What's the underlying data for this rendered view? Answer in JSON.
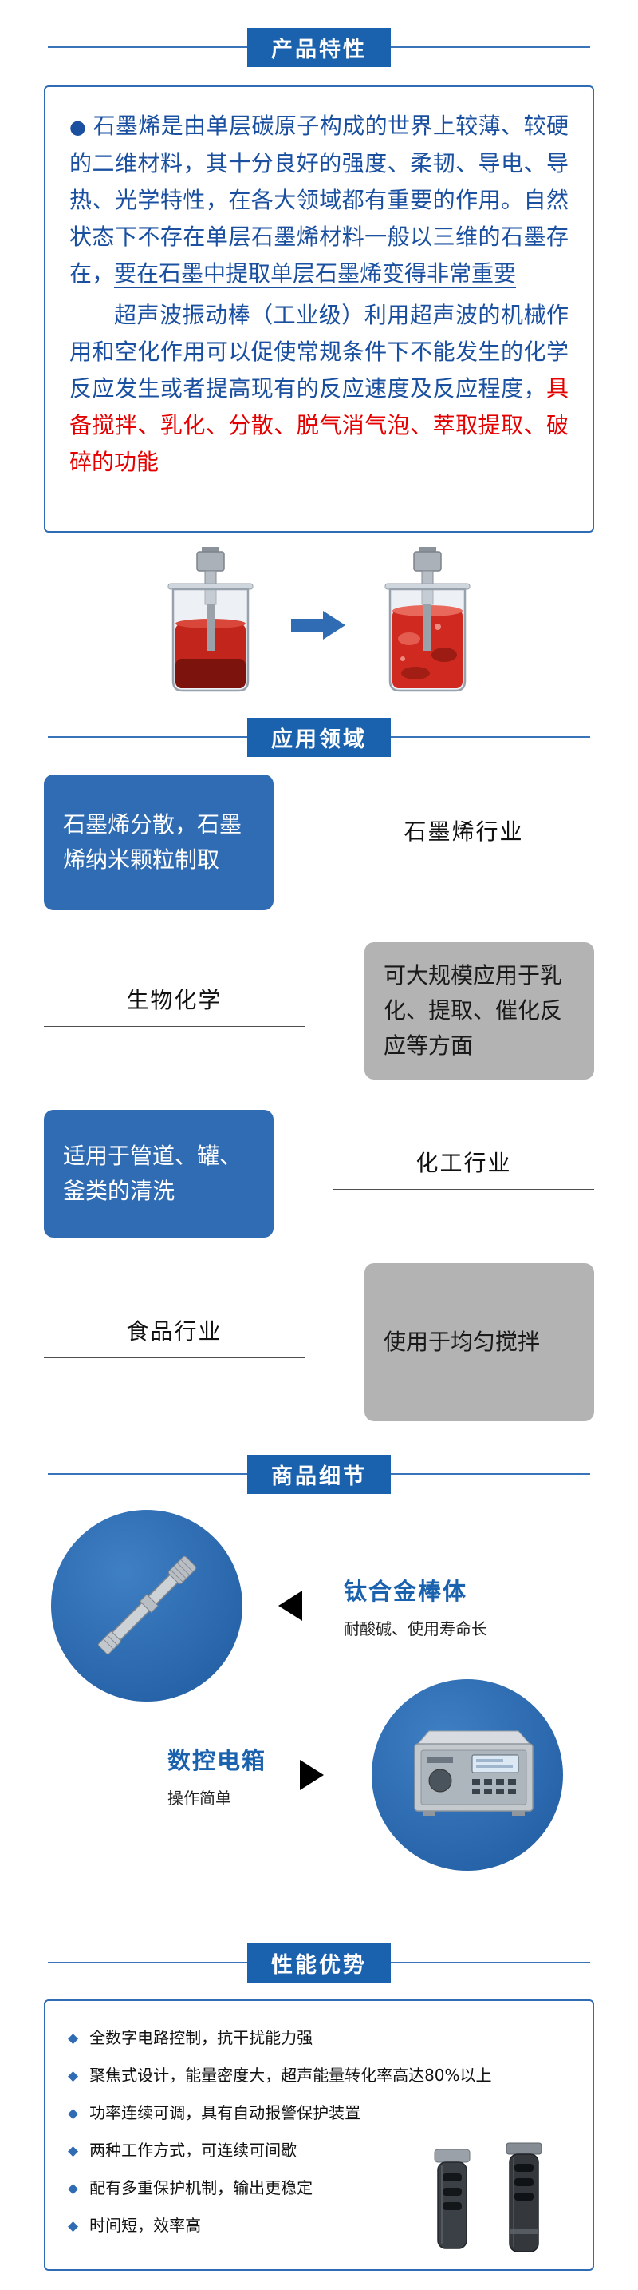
{
  "colors": {
    "accent_blue": "#1b62ae",
    "panel_blue": "#2f6cb3",
    "panel_gray": "#b3b3b3",
    "body_text_blue": "#1b50a0",
    "highlight_red": "#e50000"
  },
  "sections": {
    "features": {
      "title": "产品特性",
      "para1_lead": "石墨烯是由单层碳原子构成的世界上较薄、较硬的二维材料，其十分良好的强度、柔韧、导电、导热、光学特性，在各大领域都有重要的作用。自然状态下不存在单层石墨烯材料一般以三维的石墨存在，",
      "para1_underline": "要在石墨中提取单层石墨烯变得非常重要",
      "para2_lead": "超声波振动棒（工业级）利用超声波的机械作用和空化作用可以促使常规条件下不能发生的化学反应发生或者提高现有的反应速度及反应程度，",
      "para2_red": "具备搅拌、乳化、分散、脱气消气泡、萃取提取、破碎的功能"
    },
    "applications": {
      "title": "应用领域",
      "rows": [
        {
          "panel_text": "石墨烯分散，石墨烯纳米颗粒制取",
          "label": "石墨烯行业",
          "panel_side": "left",
          "panel_color": "blue"
        },
        {
          "panel_text": "可大规模应用于乳化、提取、催化反应等方面",
          "label": "生物化学",
          "panel_side": "right",
          "panel_color": "gray"
        },
        {
          "panel_text": "适用于管道、罐、釜类的清洗",
          "label": "化工行业",
          "panel_side": "left",
          "panel_color": "blue"
        },
        {
          "panel_text": "使用于均匀搅拌",
          "label": "食品行业",
          "panel_side": "right",
          "panel_color": "gray"
        }
      ]
    },
    "details": {
      "title": "商品细节",
      "items": [
        {
          "name": "钛合金棒体",
          "desc": "耐酸碱、使用寿命长"
        },
        {
          "name": "数控电箱",
          "desc": "操作简单"
        }
      ]
    },
    "performance": {
      "title": "性能优势",
      "bullets": [
        "全数字电路控制，抗干扰能力强",
        "聚焦式设计，能量密度大，超声能量转化率高达80%以上",
        "功率连续可调，具有自动报警保护装置",
        "两种工作方式，可连续可间歇",
        "配有多重保护机制，输出更稳定",
        "时间短，效率高"
      ]
    }
  },
  "icons": {
    "transform_arrow": "right-arrow",
    "detail_item_1_pointer": "left-triangle",
    "detail_item_2_pointer": "right-triangle",
    "bullet_marker": "diamond"
  }
}
